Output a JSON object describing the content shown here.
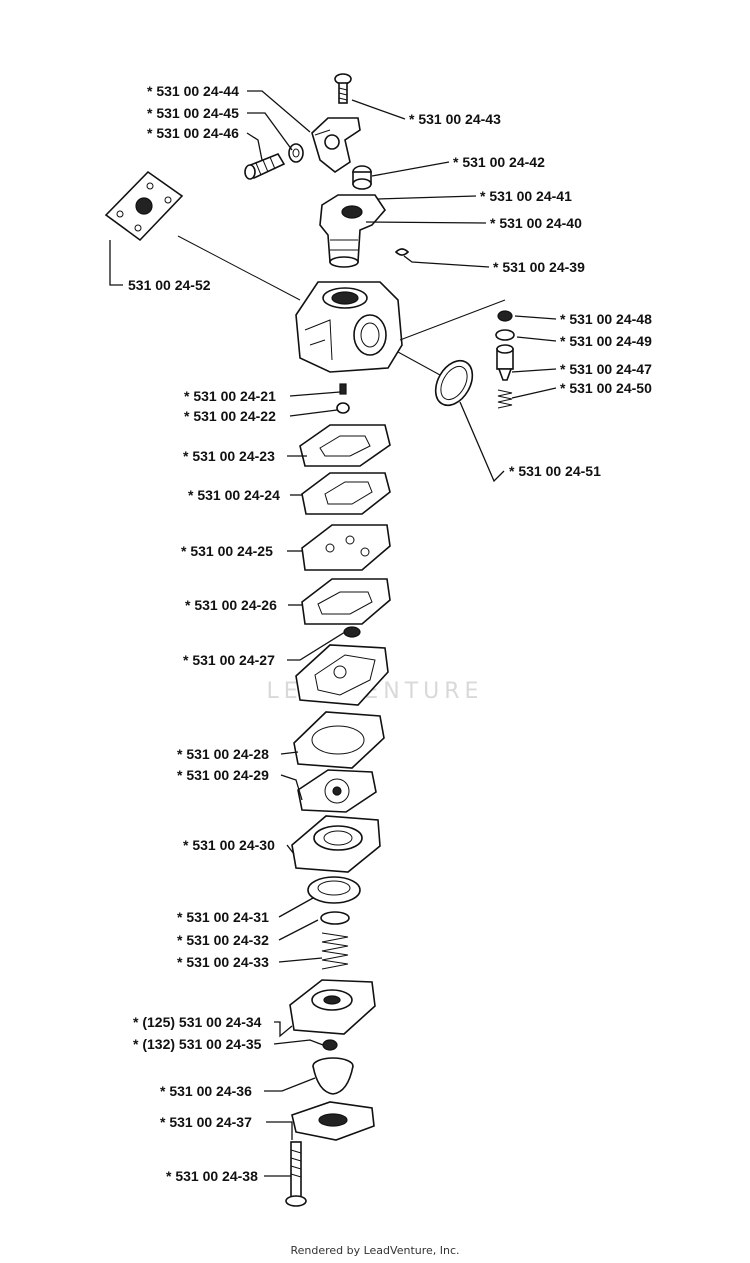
{
  "labels": {
    "p44": "* 531 00 24-44",
    "p45": "* 531 00 24-45",
    "p46": "* 531 00 24-46",
    "p43": "* 531 00 24-43",
    "p42": "* 531 00 24-42",
    "p41": "* 531 00 24-41",
    "p40": "* 531 00 24-40",
    "p39": "* 531 00 24-39",
    "p52": "531 00 24-52",
    "p48": "* 531 00 24-48",
    "p49": "* 531 00 24-49",
    "p47": "* 531 00 24-47",
    "p50": "* 531 00 24-50",
    "p21": "* 531 00 24-21",
    "p22": "* 531 00 24-22",
    "p23": "* 531 00 24-23",
    "p24": "* 531 00 24-24",
    "p25": "* 531 00 24-25",
    "p26": "* 531 00 24-26",
    "p51": "* 531 00 24-51",
    "p27": "* 531 00 24-27",
    "p28": "* 531 00 24-28",
    "p29": "* 531 00 24-29",
    "p30": "* 531 00 24-30",
    "p31": "* 531 00 24-31",
    "p32": "* 531 00 24-32",
    "p33": "* 531 00 24-33",
    "p34": "* (125) 531 00 24-34",
    "p35": "* (132) 531 00 24-35",
    "p36": "* 531 00 24-36",
    "p37": "* 531 00 24-37",
    "p38": "* 531 00 24-38"
  },
  "watermark": "LEADVENTURE",
  "footer": "Rendered by LeadVenture, Inc."
}
